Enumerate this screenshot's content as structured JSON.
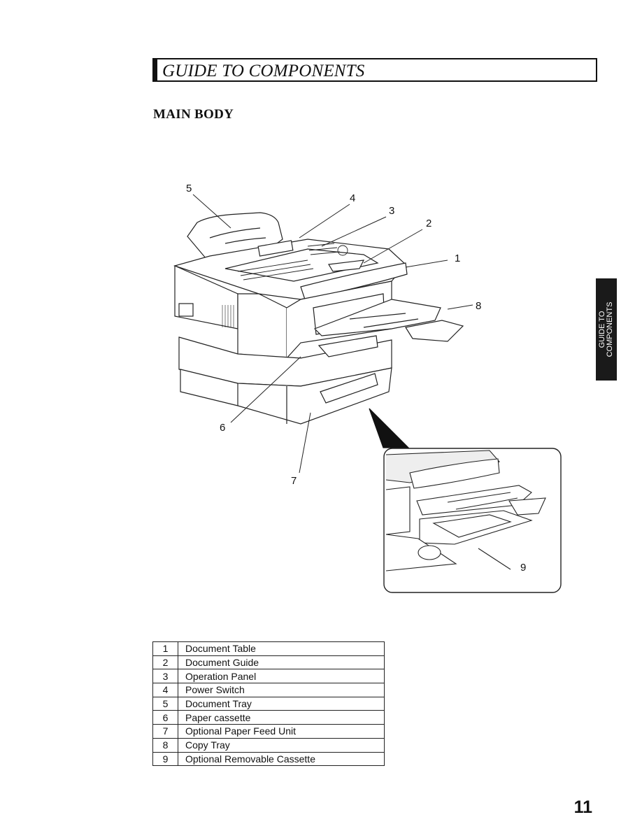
{
  "header": {
    "title": "GUIDE TO COMPONENTS"
  },
  "section": {
    "title": "MAIN BODY"
  },
  "side_tab": {
    "line1": "GUIDE TO",
    "line2": "COMPONENTS"
  },
  "callouts": {
    "c1": "1",
    "c2": "2",
    "c3": "3",
    "c4": "4",
    "c5": "5",
    "c6": "6",
    "c7": "7",
    "c8": "8",
    "c9": "9"
  },
  "parts": [
    {
      "num": "1",
      "name": "Document Table"
    },
    {
      "num": "2",
      "name": "Document Guide"
    },
    {
      "num": "3",
      "name": "Operation Panel"
    },
    {
      "num": "4",
      "name": "Power Switch"
    },
    {
      "num": "5",
      "name": "Document Tray"
    },
    {
      "num": "6",
      "name": "Paper cassette"
    },
    {
      "num": "7",
      "name": "Optional Paper Feed Unit"
    },
    {
      "num": "8",
      "name": "Copy Tray"
    },
    {
      "num": "9",
      "name": "Optional Removable Cassette"
    }
  ],
  "page_number": "11"
}
